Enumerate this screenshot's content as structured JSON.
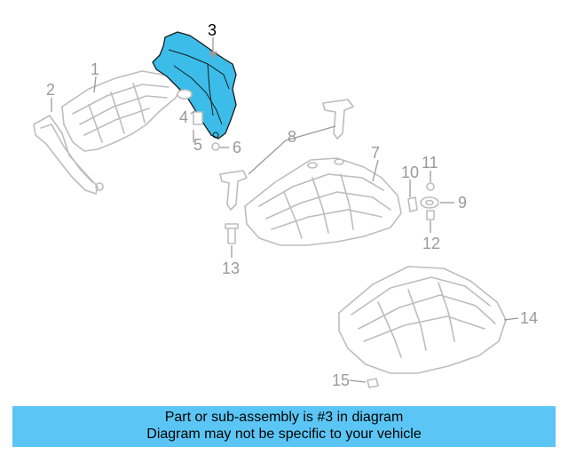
{
  "diagram": {
    "callouts": [
      "1",
      "2",
      "3",
      "4",
      "5",
      "6",
      "7",
      "8",
      "9",
      "10",
      "11",
      "12",
      "13",
      "14",
      "15"
    ],
    "highlighted_part": "3",
    "highlight_color": "#3cbde9",
    "part_color": "#bdbdbd"
  },
  "banner": {
    "line1": "Part or sub-assembly is #3 in diagram",
    "line2": "Diagram may not be specific to your vehicle",
    "background": "#5bc6f5"
  }
}
